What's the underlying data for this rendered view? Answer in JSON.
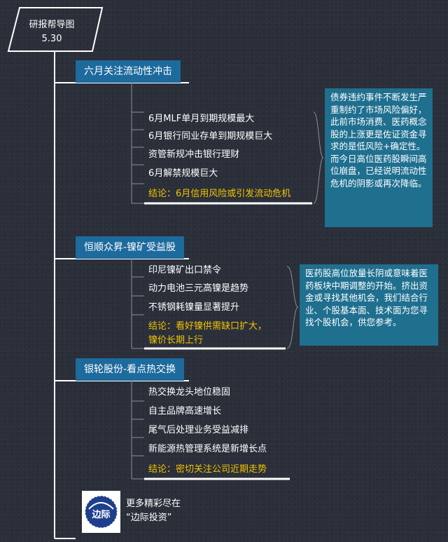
{
  "title": {
    "line1": "研报帮导图",
    "line2": "5.30"
  },
  "sections": [
    {
      "label": "六月关注流动性冲击",
      "items": [
        "6月MLF单月到期规模最大",
        "6月银行同业存单到期规模巨大",
        "资管新规冲击银行理财",
        "6月解禁规模巨大"
      ],
      "conclusion": "结论：6月信用风险或引发流动危机",
      "note": "债券违约事件不断发生严重制约了市场风险偏好，此前市场消费、医药概念股的上涨更是佐证资金寻求的是低风险+确定性。而今日高位医药股瞬间高位崩盘，已经说明流动性危机的阴影或再次降临。"
    },
    {
      "label": "恒顺众昇-镍矿受益股",
      "items": [
        "印尼镍矿出口禁令",
        "动力电池三元高镍是趋势",
        "不锈钢耗镍量显著提升"
      ],
      "conclusion_line1": "结论：看好镍供需缺口扩大，",
      "conclusion_line2": "镍价长期上行",
      "note": "医药股高位放量长阴或意味着医药板块中期调整的开始。挤出资金或寻找其他机会，我们结合行业、个股基本面、技术面为您寻找个股机会，供您参考。"
    },
    {
      "label": "银轮股份-看点热交换",
      "items": [
        "热交换龙头地位稳固",
        "自主品牌高速增长",
        "尾气后处理业务受益减排",
        "新能源热管理系统是新增长点"
      ],
      "conclusion": "结论：密切关注公司近期走势"
    }
  ],
  "footer": {
    "logo_text": "边际",
    "promo_line1": "更多精彩尽在",
    "promo_line2": "“边际投资”"
  },
  "colors": {
    "background": "#2a2f3a",
    "section_fill": "#1d6a9d",
    "note_fill": "#1f6f8f",
    "conclusion_text": "#f4c400",
    "lines": "#ffffff"
  }
}
